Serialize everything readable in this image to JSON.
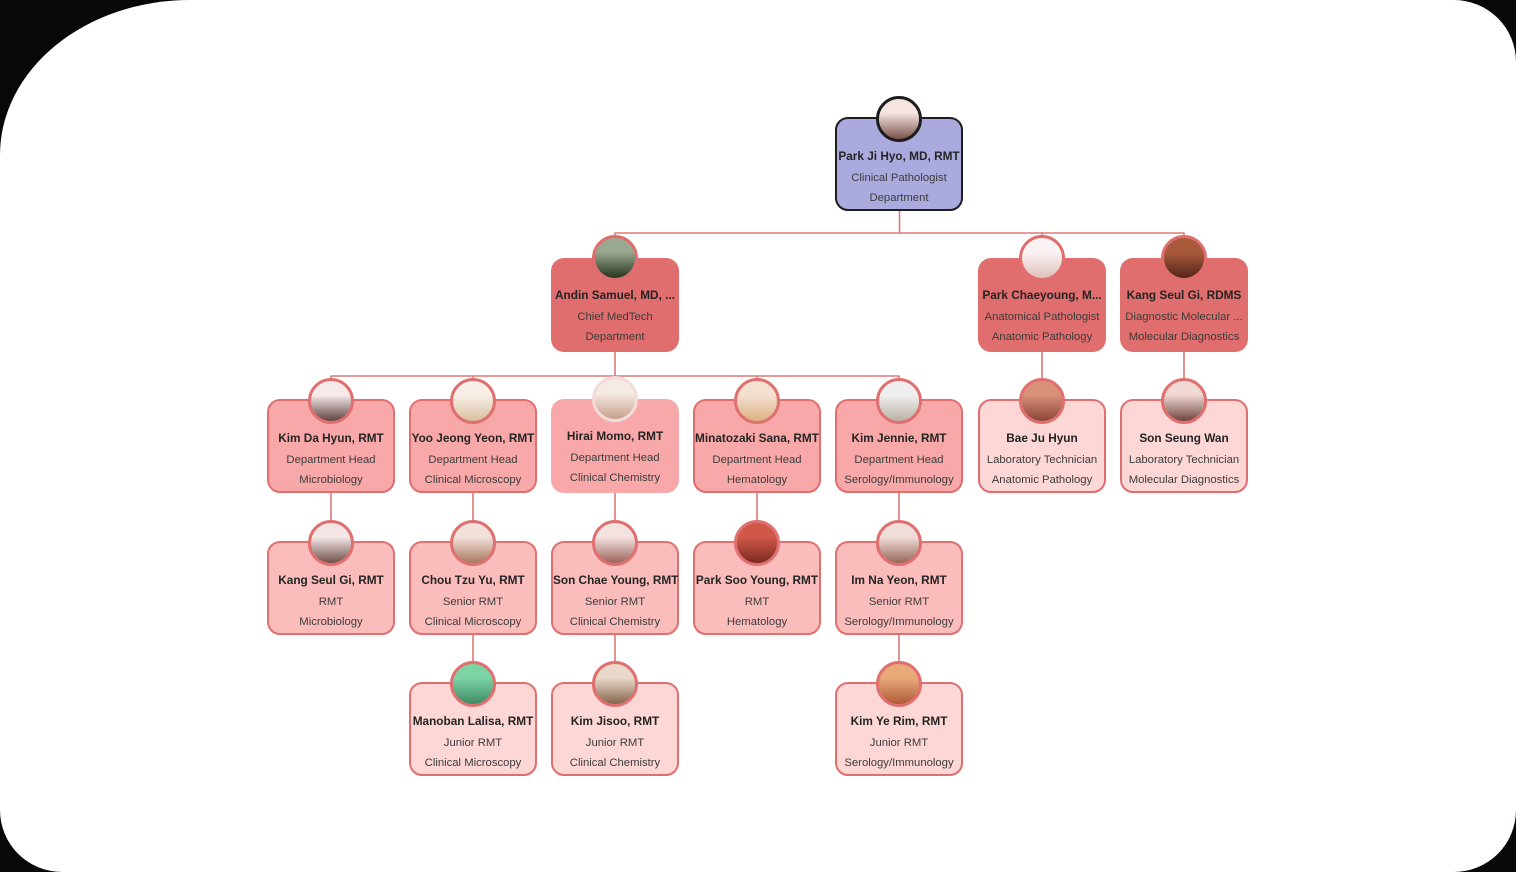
{
  "colors": {
    "page_bg": "#070907",
    "canvas_bg": "#ffffff",
    "connector": "#de7878",
    "root_fill": "#abaade",
    "root_border": "#1d1d1d",
    "primary_fill": "#e06e6e",
    "head_fill": "#f8a8a8",
    "mid_fill": "#fbbcbc",
    "light_fill": "#fdd6d6",
    "box_border": "#e07070",
    "name_text": "#242424",
    "detail_text": "#3c3c3c"
  },
  "nodes": [
    {
      "name": "Park Ji Hyo, MD, RMT",
      "role": "Clinical Pathologist",
      "department": "Department",
      "manager": null,
      "variant": "root",
      "col": 4,
      "row": 0,
      "avatar": {
        "top": "#f6e4e2",
        "bottom": "#7a524a"
      }
    },
    {
      "name": "Andin Samuel, MD, ...",
      "role": "Chief MedTech",
      "department": "Department",
      "manager": "Park Ji Hyo, MD, RMT",
      "variant": "primary",
      "col": 2,
      "row": 1,
      "avatar": {
        "top": "#9aa88f",
        "bottom": "#26331e"
      }
    },
    {
      "name": "Park Chaeyoung, M...",
      "role": "Anatomical Pathologist",
      "department": "Anatomic Pathology",
      "manager": "Park Ji Hyo, MD, RMT",
      "variant": "primary",
      "col": 5,
      "row": 1,
      "avatar": {
        "top": "#fbf3f3",
        "bottom": "#dfc1ba"
      }
    },
    {
      "name": "Kang Seul Gi, RDMS",
      "role": "Diagnostic Molecular ...",
      "department": "Molecular Diagnostics",
      "manager": "Park Ji Hyo, MD, RMT",
      "variant": "primary",
      "col": 6,
      "row": 1,
      "avatar": {
        "top": "#a85a3a",
        "bottom": "#55251b"
      }
    },
    {
      "name": "Kim Da Hyun, RMT",
      "role": "Department Head",
      "department": "Microbiology",
      "manager": "Andin Samuel, MD, ...",
      "variant": "head",
      "col": 0,
      "row": 2,
      "avatar": {
        "top": "#f6eaea",
        "bottom": "#5f4340"
      }
    },
    {
      "name": "Yoo Jeong Yeon, RMT",
      "role": "Department Head",
      "department": "Clinical Microscopy",
      "manager": "Andin Samuel, MD, ...",
      "variant": "head",
      "col": 1,
      "row": 2,
      "avatar": {
        "top": "#f8f0e8",
        "bottom": "#d9c09e"
      }
    },
    {
      "name": "Hirai Momo, RMT",
      "role": "Department Head",
      "department": "Clinical Chemistry",
      "manager": "Andin Samuel, MD, ...",
      "variant": "head-borderless",
      "col": 2,
      "row": 2,
      "avatar": {
        "top": "#f6eae4",
        "bottom": "#c5a089"
      }
    },
    {
      "name": "Minatozaki Sana, RMT",
      "role": "Department Head",
      "department": "Hematology",
      "manager": "Andin Samuel, MD, ...",
      "variant": "head",
      "col": 3,
      "row": 2,
      "avatar": {
        "top": "#f4e0d0",
        "bottom": "#dcb183"
      }
    },
    {
      "name": "Kim Jennie, RMT",
      "role": "Department Head",
      "department": "Serology/Immunology",
      "manager": "Andin Samuel, MD, ...",
      "variant": "head",
      "col": 4,
      "row": 2,
      "avatar": {
        "top": "#efefef",
        "bottom": "#b9b1a4"
      }
    },
    {
      "name": "Bae Ju Hyun",
      "role": "Laboratory Technician",
      "department": "Anatomic Pathology",
      "manager": "Park Chaeyoung, M...",
      "variant": "light",
      "col": 5,
      "row": 2,
      "avatar": {
        "top": "#d89078",
        "bottom": "#8a4438"
      }
    },
    {
      "name": "Son Seung Wan",
      "role": "Laboratory Technician",
      "department": "Molecular Diagnostics",
      "manager": "Kang Seul Gi, RDMS",
      "variant": "light",
      "col": 6,
      "row": 2,
      "avatar": {
        "top": "#f2d8d4",
        "bottom": "#6e453d"
      }
    },
    {
      "name": "Kang Seul Gi, RMT",
      "role": "RMT",
      "department": "Microbiology",
      "manager": "Kim Da Hyun, RMT",
      "variant": "mid",
      "col": 0,
      "row": 3,
      "avatar": {
        "top": "#f4e6e6",
        "bottom": "#6e5049"
      }
    },
    {
      "name": "Chou Tzu Yu, RMT",
      "role": "Senior RMT",
      "department": "Clinical Microscopy",
      "manager": "Yoo Jeong Yeon, RMT",
      "variant": "mid",
      "col": 1,
      "row": 3,
      "avatar": {
        "top": "#f2e0da",
        "bottom": "#a87a60"
      }
    },
    {
      "name": "Son Chae Young, RMT",
      "role": "Senior RMT",
      "department": "Clinical Chemistry",
      "manager": "Hirai Momo, RMT",
      "variant": "mid",
      "col": 2,
      "row": 3,
      "avatar": {
        "top": "#f4e2e0",
        "bottom": "#9a655a"
      }
    },
    {
      "name": "Park Soo Young, RMT",
      "role": "RMT",
      "department": "Hematology",
      "manager": "Minatozaki Sana, RMT",
      "variant": "mid",
      "col": 3,
      "row": 3,
      "avatar": {
        "top": "#d05848",
        "bottom": "#7a2a22"
      }
    },
    {
      "name": "Im Na Yeon, RMT",
      "role": "Senior RMT",
      "department": "Serology/Immunology",
      "manager": "Kim Jennie, RMT",
      "variant": "mid",
      "col": 4,
      "row": 3,
      "avatar": {
        "top": "#f0dcd8",
        "bottom": "#96675a"
      }
    },
    {
      "name": "Manoban Lalisa, RMT",
      "role": "Junior RMT",
      "department": "Clinical Microscopy",
      "manager": "Chou Tzu Yu, RMT",
      "variant": "light",
      "col": 1,
      "row": 4,
      "avatar": {
        "top": "#7cd4a4",
        "bottom": "#3e8a64"
      }
    },
    {
      "name": "Kim Jisoo, RMT",
      "role": "Junior RMT",
      "department": "Clinical Chemistry",
      "manager": "Son Chae Young, RMT",
      "variant": "light",
      "col": 2,
      "row": 4,
      "avatar": {
        "top": "#ead8ca",
        "bottom": "#85654e"
      }
    },
    {
      "name": "Kim Ye Rim, RMT",
      "role": "Junior RMT",
      "department": "Serology/Immunology",
      "manager": "Im Na Yeon, RMT",
      "variant": "light",
      "col": 4,
      "row": 4,
      "avatar": {
        "top": "#e8a878",
        "bottom": "#b05a3a"
      }
    }
  ]
}
